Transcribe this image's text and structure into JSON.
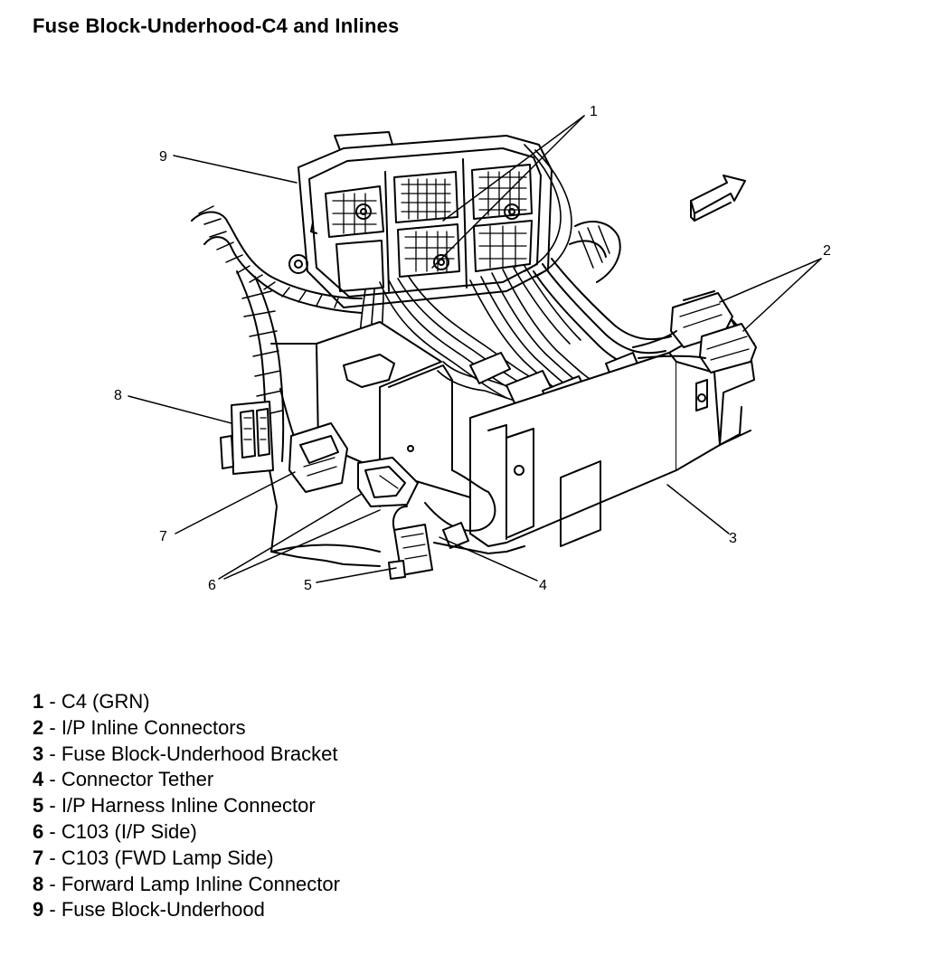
{
  "title": "Fuse Block-Underhood-C4 and Inlines",
  "callouts": [
    "1",
    "2",
    "3",
    "4",
    "5",
    "6",
    "7",
    "8",
    "9"
  ],
  "legend": [
    {
      "num": "1",
      "sep": " - ",
      "label": "C4 (GRN)"
    },
    {
      "num": "2",
      "sep": " - ",
      "label": "I/P Inline Connectors"
    },
    {
      "num": "3",
      "sep": " - ",
      "label": "Fuse Block-Underhood Bracket"
    },
    {
      "num": "4",
      "sep": " - ",
      "label": "Connector Tether"
    },
    {
      "num": "5",
      "sep": " - ",
      "label": "I/P Harness Inline Connector"
    },
    {
      "num": "6",
      "sep": " - ",
      "label": "C103 (I/P Side)"
    },
    {
      "num": "7",
      "sep": " - ",
      "label": "C103 (FWD Lamp Side)"
    },
    {
      "num": "8",
      "sep": " - ",
      "label": "Forward Lamp Inline Connector"
    },
    {
      "num": "9",
      "sep": " - ",
      "label": "Fuse Block-Underhood"
    }
  ]
}
